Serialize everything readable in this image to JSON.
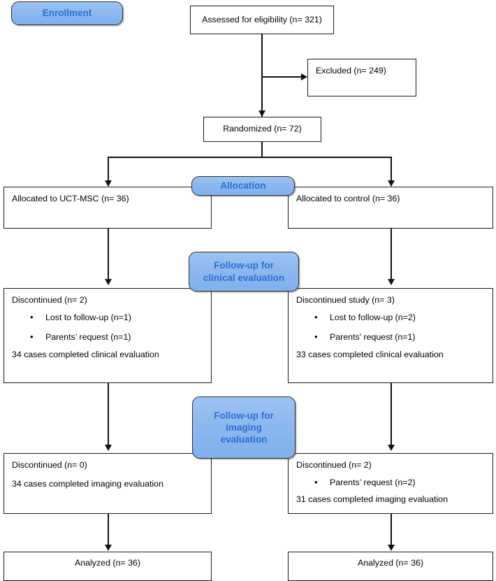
{
  "diagram": {
    "title": "CONSORT participant flow diagram",
    "accent_badge_fill": "#8cb8ef",
    "accent_badge_text": "#2b6fd4",
    "box_border": "#1a1a1a",
    "connector_color": "#111111"
  },
  "stages": {
    "enrollment": "Enrollment",
    "allocation": "Allocation",
    "followup_clinical_line1": "Follow-up for",
    "followup_clinical_line2": "clinical evaluation",
    "followup_imaging_line1": "Follow-up for",
    "followup_imaging_line2": "imaging",
    "followup_imaging_line3": "evaluation"
  },
  "nodes": {
    "assessed": "Assessed for eligibility (n= 321)",
    "excluded": "Excluded (n= 249)",
    "randomized": "Randomized (n= 72)",
    "allocated_left": "Allocated to UCT-MSC (n= 36)",
    "allocated_right": "Allocated to control (n= 36)",
    "clinical_left": {
      "header": "Discontinued (n= 2)",
      "bullets": [
        "Lost to follow-up (n=1)",
        "Parents’ request (n=1)"
      ],
      "footer": "34 cases completed clinical evaluation"
    },
    "clinical_right": {
      "header": "Discontinued study (n= 3)",
      "bullets": [
        "Lost to follow-up (n=2)",
        "Parents' request (n=1)"
      ],
      "footer": "33 cases completed clinical evaluation"
    },
    "imaging_left": {
      "header": "Discontinued (n= 0)",
      "bullets": [],
      "footer": "34 cases completed imaging evaluation"
    },
    "imaging_right": {
      "header": "Discontinued (n= 2)",
      "bullets": [
        "Parents’ request (n=2)"
      ],
      "footer": "31 cases completed imaging evaluation"
    },
    "analyzed_left": "Analyzed (n= 36)",
    "analyzed_right": "Analyzed (n= 36)"
  },
  "chart_data": {
    "type": "diagram",
    "title": "CONSORT flow diagram",
    "flow": [
      {
        "id": "assessed",
        "label": "Assessed for eligibility",
        "n": 321
      },
      {
        "id": "excluded",
        "label": "Excluded",
        "n": 249
      },
      {
        "id": "randomized",
        "label": "Randomized",
        "n": 72
      },
      {
        "id": "allocated_uctmsc",
        "label": "Allocated to UCT-MSC",
        "n": 36
      },
      {
        "id": "allocated_control",
        "label": "Allocated to control",
        "n": 36
      },
      {
        "id": "clinical_disc_uctmsc",
        "label": "Discontinued",
        "n": 2,
        "reasons": [
          {
            "label": "Lost to follow-up",
            "n": 1
          },
          {
            "label": "Parents' request",
            "n": 1
          }
        ],
        "completed": 34,
        "completed_label": "cases completed clinical evaluation"
      },
      {
        "id": "clinical_disc_control",
        "label": "Discontinued study",
        "n": 3,
        "reasons": [
          {
            "label": "Lost to follow-up",
            "n": 2
          },
          {
            "label": "Parents' request",
            "n": 1
          }
        ],
        "completed": 33,
        "completed_label": "cases completed clinical evaluation"
      },
      {
        "id": "imaging_disc_uctmsc",
        "label": "Discontinued",
        "n": 0,
        "reasons": [],
        "completed": 34,
        "completed_label": "cases completed imaging evaluation"
      },
      {
        "id": "imaging_disc_control",
        "label": "Discontinued",
        "n": 2,
        "reasons": [
          {
            "label": "Parents' request",
            "n": 2
          }
        ],
        "completed": 31,
        "completed_label": "cases completed imaging evaluation"
      },
      {
        "id": "analyzed_uctmsc",
        "label": "Analyzed",
        "n": 36
      },
      {
        "id": "analyzed_control",
        "label": "Analyzed",
        "n": 36
      }
    ],
    "stages": [
      "Enrollment",
      "Allocation",
      "Follow-up for clinical evaluation",
      "Follow-up for imaging evaluation"
    ]
  }
}
